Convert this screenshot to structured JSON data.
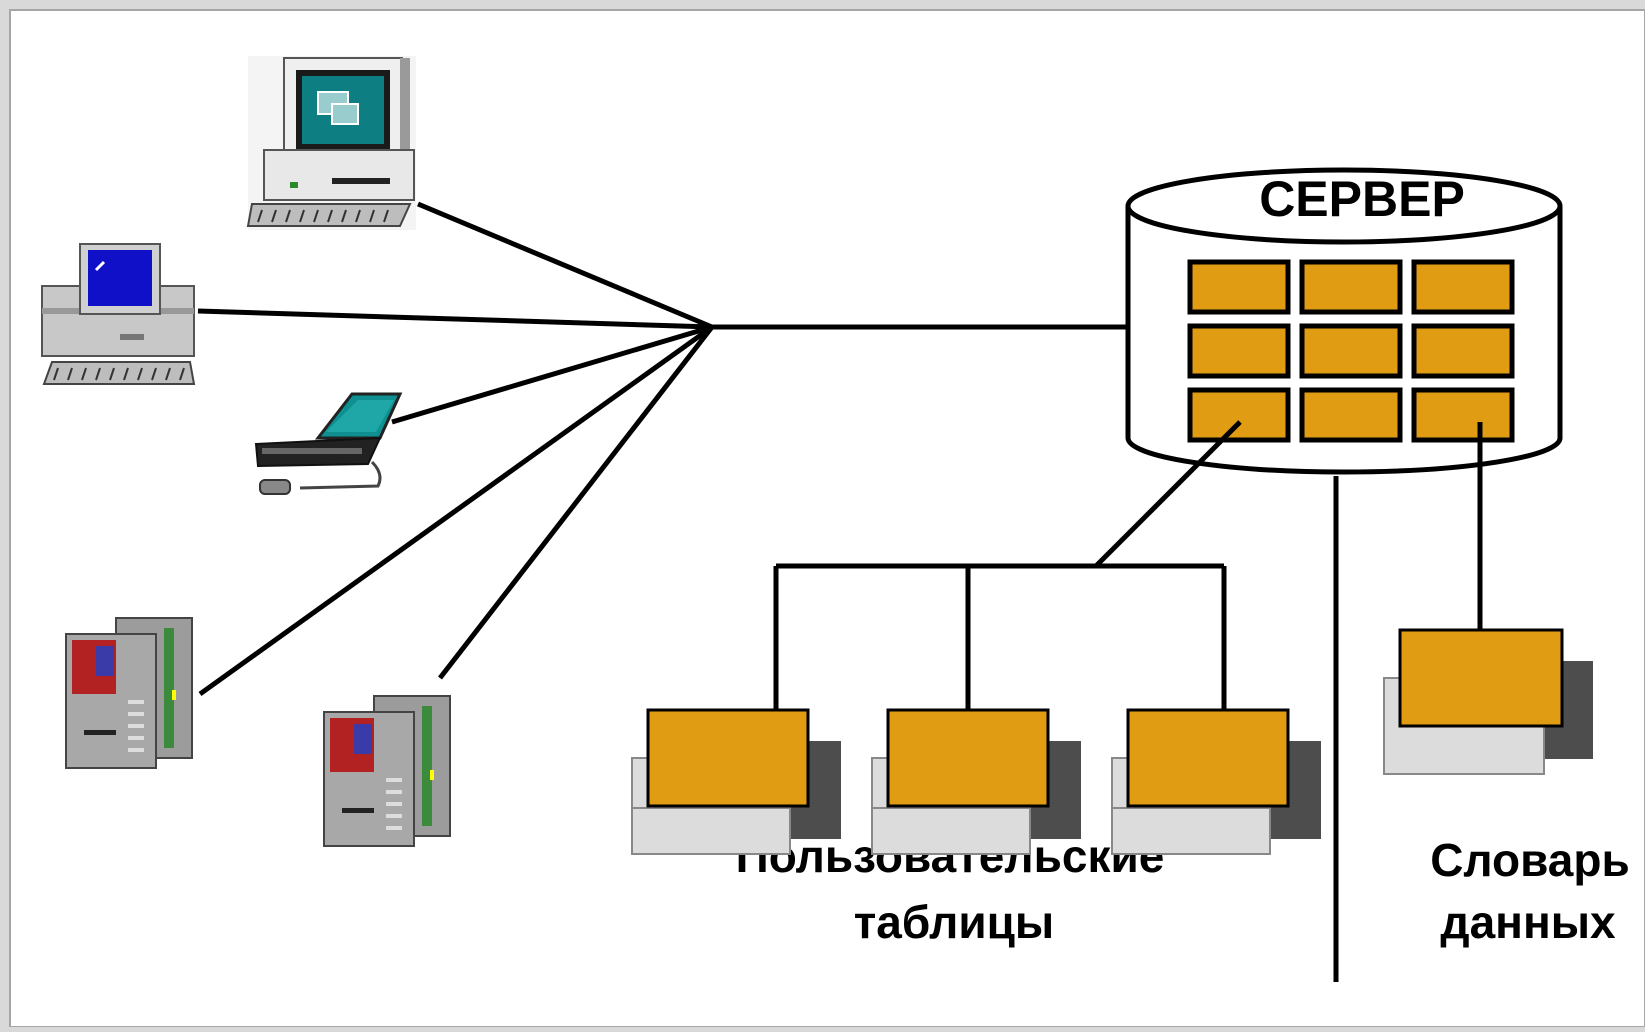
{
  "server": {
    "label": "СЕРВЕР"
  },
  "user_tables": {
    "line1": "Пользовательские",
    "line2": "таблицы"
  },
  "data_dictionary": {
    "line1": "Словарь",
    "line2": "данных"
  },
  "colors": {
    "table_fill": "#E09C12",
    "shadow_dark": "#4D4D4D",
    "shadow_light": "#DCDCDC",
    "line": "#000000",
    "background": "#FFFFFF",
    "frame": "#D9D9D9"
  }
}
